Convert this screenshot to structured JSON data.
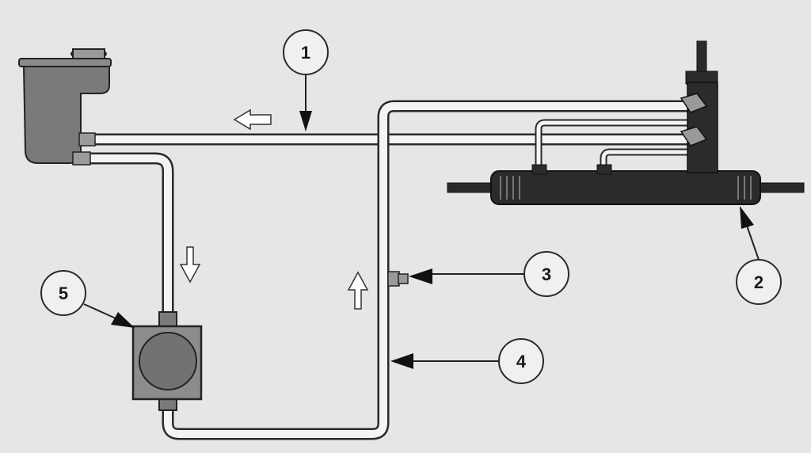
{
  "diagram": {
    "callouts": [
      {
        "number": "1"
      },
      {
        "number": "2"
      },
      {
        "number": "3"
      },
      {
        "number": "4"
      },
      {
        "number": "5"
      }
    ]
  },
  "colors": {
    "background": "#e6e6e6",
    "component_fill": "#7a7a7a",
    "component_dark": "#2b2b2b",
    "tube_fill": "#f4f4f4",
    "tube_outline": "#2a2a2a",
    "callout_outline": "#2a2a2a"
  },
  "icons": {
    "flow_arrow": "outline-arrow-icon",
    "pointer_arrow": "solid-arrowhead-icon"
  }
}
